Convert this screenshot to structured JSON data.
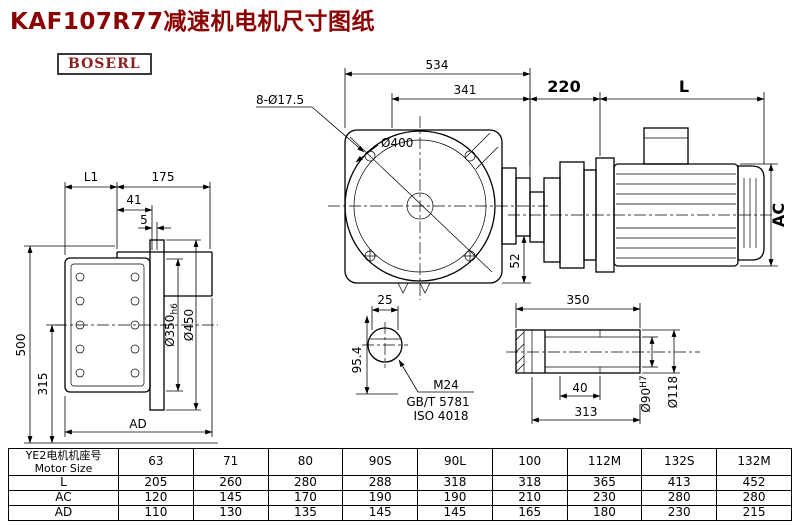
{
  "page": {
    "title": "KAF107R77减速机电机尺寸图纸",
    "logo": "BOSERL"
  },
  "dims": {
    "left": {
      "L1": "L1",
      "w175": "175",
      "w41": "41",
      "w5": "5",
      "h500": "500",
      "h315": "315",
      "dia350": "Ø350",
      "dia350suf": "h6",
      "dia450": "Ø450",
      "AD": "AD"
    },
    "front": {
      "w534": "534",
      "w341": "341",
      "holes": "8-Ø17.5",
      "dia400": "Ø400",
      "h52": "52",
      "w25": "25",
      "h954": "95.4",
      "thread": "M24",
      "std1": "GB/T 5781",
      "std2": "ISO 4018"
    },
    "motor": {
      "w220": "220",
      "L": "L",
      "AC": "AC"
    },
    "shaft": {
      "w350": "350",
      "w40": "40",
      "w313": "313",
      "dia90": "Ø90",
      "dia90suf": "H7",
      "dia118": "Ø118"
    }
  },
  "table": {
    "header": {
      "cn": "YE2电机机座号",
      "en": "Motor Size"
    },
    "columns": [
      "63",
      "71",
      "80",
      "90S",
      "90L",
      "100",
      "112M",
      "132S",
      "132M"
    ],
    "rows": [
      {
        "label": "L",
        "values": [
          "205",
          "260",
          "280",
          "288",
          "318",
          "318",
          "365",
          "413",
          "452"
        ]
      },
      {
        "label": "AC",
        "values": [
          "120",
          "145",
          "170",
          "190",
          "190",
          "210",
          "230",
          "280",
          "280"
        ]
      },
      {
        "label": "AD",
        "values": [
          "110",
          "130",
          "135",
          "145",
          "145",
          "165",
          "180",
          "230",
          "215"
        ]
      }
    ]
  }
}
